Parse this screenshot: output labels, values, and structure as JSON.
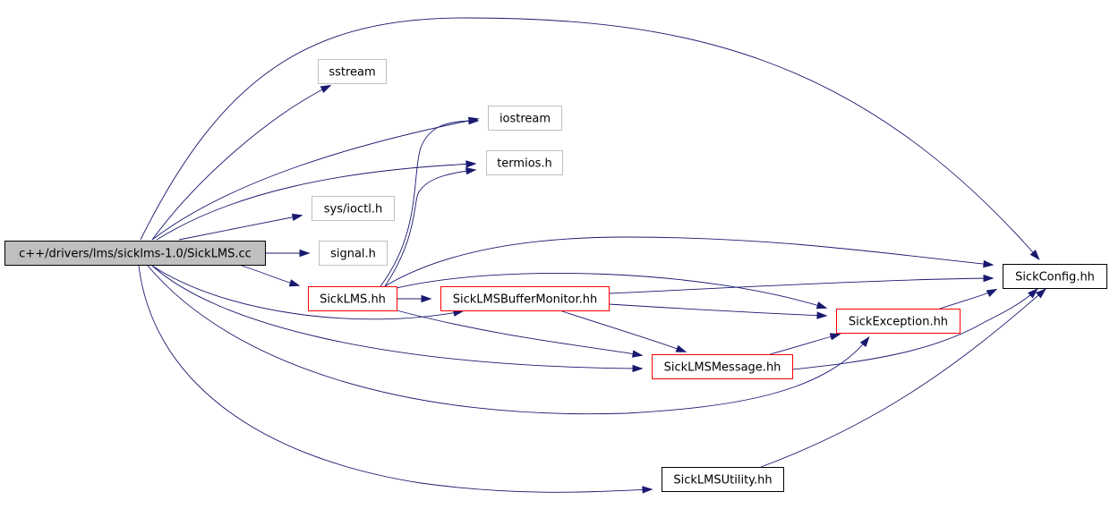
{
  "diagram": {
    "type": "include-dependency-graph",
    "colors": {
      "edge": "#191970",
      "root_fill": "#bfbfbf",
      "project_border": "#ff0000",
      "external_border": "#bfbfbf",
      "plain_border": "#000000"
    },
    "nodes": [
      {
        "id": "sicklms_cc",
        "label": "c++/drivers/lms/sicklms-1.0/SickLMS.cc",
        "kind": "root"
      },
      {
        "id": "sstream",
        "label": "sstream",
        "kind": "external"
      },
      {
        "id": "iostream",
        "label": "iostream",
        "kind": "external"
      },
      {
        "id": "termios_h",
        "label": "termios.h",
        "kind": "external"
      },
      {
        "id": "sys_ioctl_h",
        "label": "sys/ioctl.h",
        "kind": "external"
      },
      {
        "id": "signal_h",
        "label": "signal.h",
        "kind": "external"
      },
      {
        "id": "sicklms_hh",
        "label": "SickLMS.hh",
        "kind": "project"
      },
      {
        "id": "buffermonitor_hh",
        "label": "SickLMSBufferMonitor.hh",
        "kind": "project"
      },
      {
        "id": "sickconfig_hh",
        "label": "SickConfig.hh",
        "kind": "plain"
      },
      {
        "id": "sickexception_hh",
        "label": "SickException.hh",
        "kind": "project"
      },
      {
        "id": "sicklmsmessage_hh",
        "label": "SickLMSMessage.hh",
        "kind": "project"
      },
      {
        "id": "sicklmsutility_hh",
        "label": "SickLMSUtility.hh",
        "kind": "plain"
      }
    ],
    "edges": [
      {
        "from": "sicklms_cc",
        "to": "sickconfig_hh"
      },
      {
        "from": "sicklms_cc",
        "to": "sstream"
      },
      {
        "from": "sicklms_cc",
        "to": "iostream"
      },
      {
        "from": "sicklms_cc",
        "to": "termios_h"
      },
      {
        "from": "sicklms_cc",
        "to": "sys_ioctl_h"
      },
      {
        "from": "sicklms_cc",
        "to": "signal_h"
      },
      {
        "from": "sicklms_cc",
        "to": "sicklms_hh"
      },
      {
        "from": "sicklms_cc",
        "to": "buffermonitor_hh"
      },
      {
        "from": "sicklms_cc",
        "to": "sicklmsmessage_hh"
      },
      {
        "from": "sicklms_cc",
        "to": "sickexception_hh"
      },
      {
        "from": "sicklms_cc",
        "to": "sicklmsutility_hh"
      },
      {
        "from": "sicklms_hh",
        "to": "iostream"
      },
      {
        "from": "sicklms_hh",
        "to": "termios_h"
      },
      {
        "from": "sicklms_hh",
        "to": "sickconfig_hh"
      },
      {
        "from": "sicklms_hh",
        "to": "buffermonitor_hh"
      },
      {
        "from": "sicklms_hh",
        "to": "sickexception_hh"
      },
      {
        "from": "sicklms_hh",
        "to": "sicklmsmessage_hh"
      },
      {
        "from": "buffermonitor_hh",
        "to": "sickconfig_hh"
      },
      {
        "from": "buffermonitor_hh",
        "to": "sickexception_hh"
      },
      {
        "from": "buffermonitor_hh",
        "to": "sicklmsmessage_hh"
      },
      {
        "from": "sickexception_hh",
        "to": "sickconfig_hh"
      },
      {
        "from": "sicklmsmessage_hh",
        "to": "sickconfig_hh"
      },
      {
        "from": "sicklmsmessage_hh",
        "to": "sickexception_hh"
      },
      {
        "from": "sicklmsutility_hh",
        "to": "sickconfig_hh"
      }
    ]
  }
}
